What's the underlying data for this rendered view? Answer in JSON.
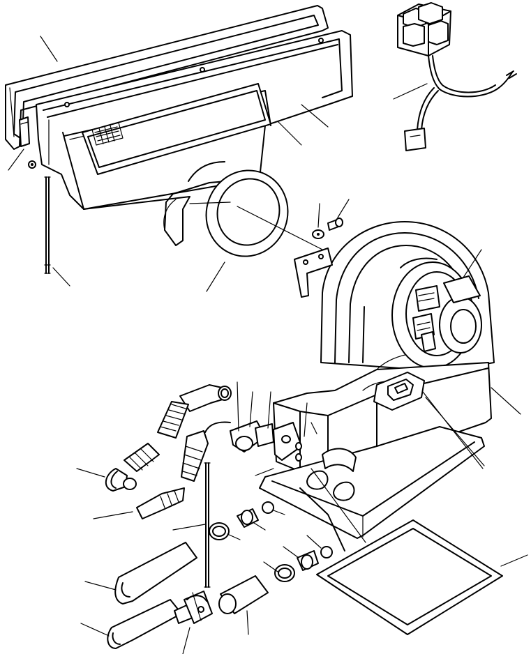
{
  "diagram": {
    "background": "#ffffff",
    "ink": "#000000",
    "components": [
      "bezel-frame",
      "filter-housing",
      "air-filter",
      "duct-seal-ring",
      "nut",
      "bolt",
      "support-rod",
      "clip",
      "relay-switch-block",
      "wiring-harness",
      "blower-housing",
      "blower-motor",
      "switch",
      "heater-box",
      "hoses",
      "fittings",
      "o-rings",
      "hose-clamps",
      "water-valve",
      "gasket"
    ]
  }
}
